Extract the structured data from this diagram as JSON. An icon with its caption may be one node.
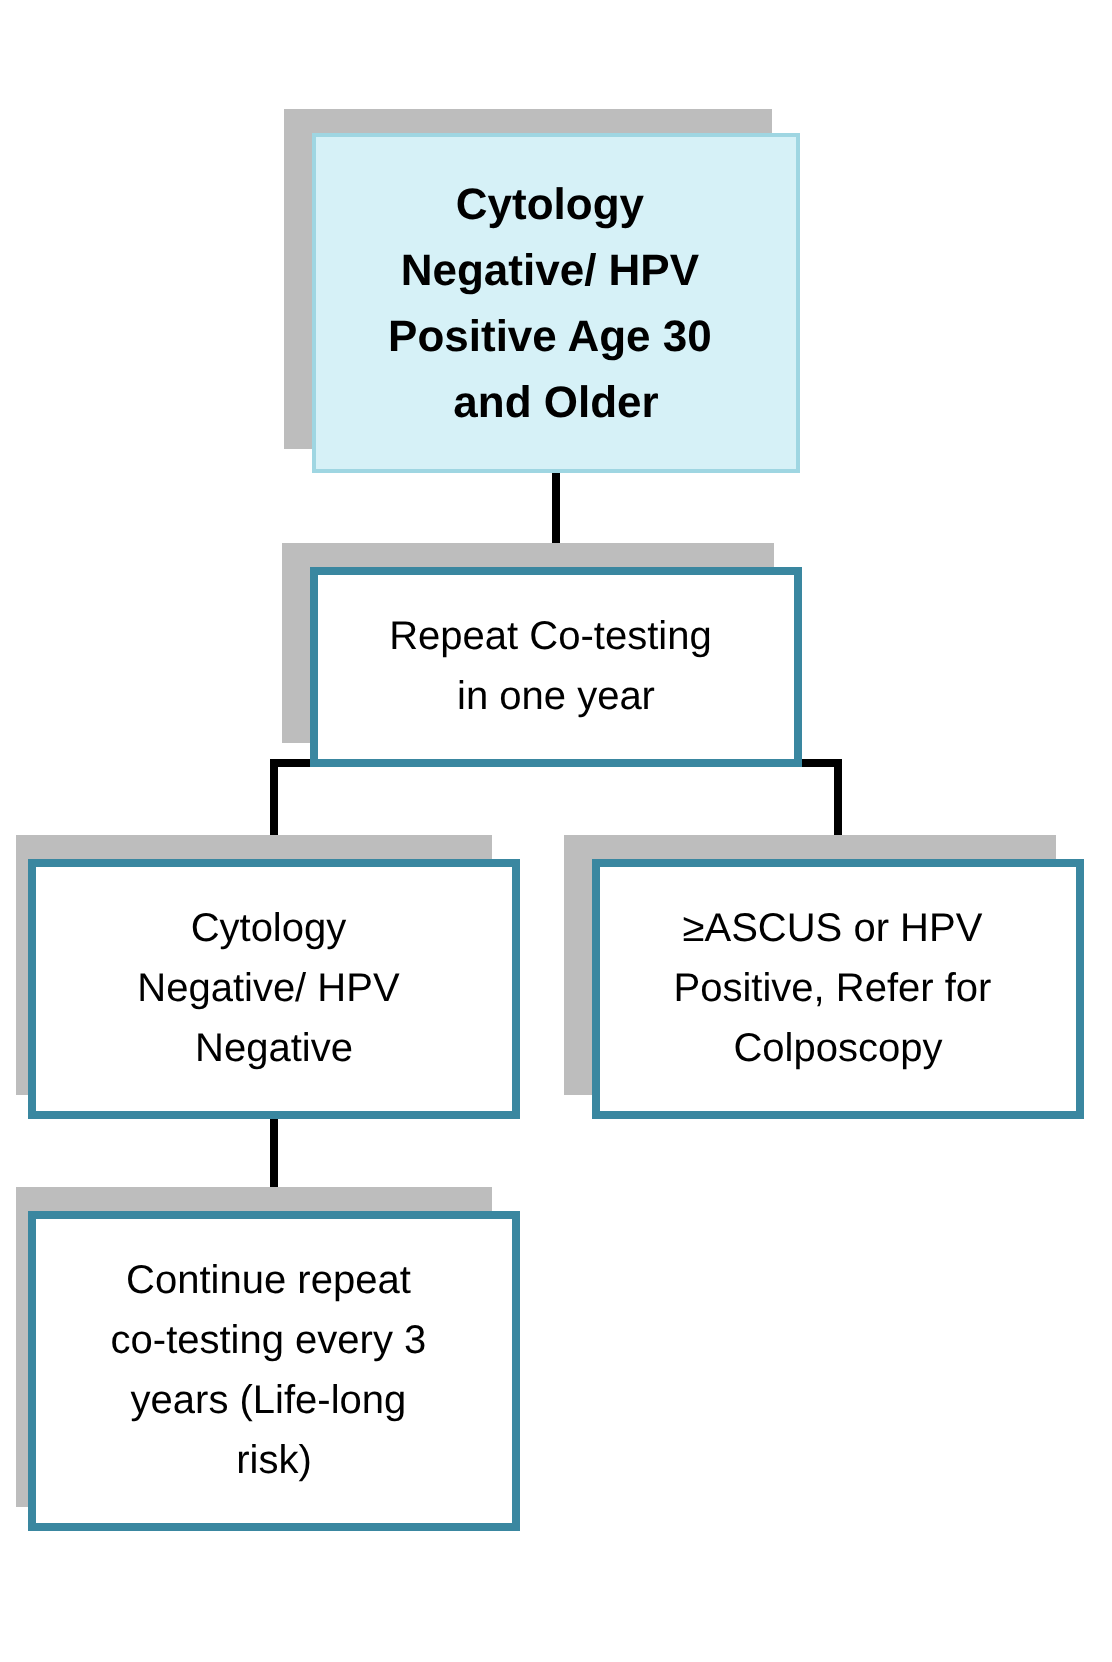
{
  "diagram": {
    "nodes": [
      {
        "text": [
          "Cytology Negative/ HPV Positive Age 30 and Older"
        ]
      },
      {
        "text": [
          "Repeat Co-testing in one year"
        ]
      },
      {
        "text": [
          "Cytology Negative/ HPV Negative"
        ]
      },
      {
        "text": [
          "≥ASCUS or HPV Positive, Refer for Colposcopy"
        ]
      },
      {
        "text": [
          "Continue repeat co-testing every 3 years (Life-long risk)"
        ]
      }
    ],
    "edges": [
      {
        "from": 0,
        "to": 1,
        "arrow": "none"
      },
      {
        "from": 1,
        "to": 2,
        "arrow": "none"
      },
      {
        "from": 1,
        "to": 3,
        "arrow": "none"
      },
      {
        "from": 2,
        "to": 4,
        "arrow": "none"
      }
    ]
  }
}
